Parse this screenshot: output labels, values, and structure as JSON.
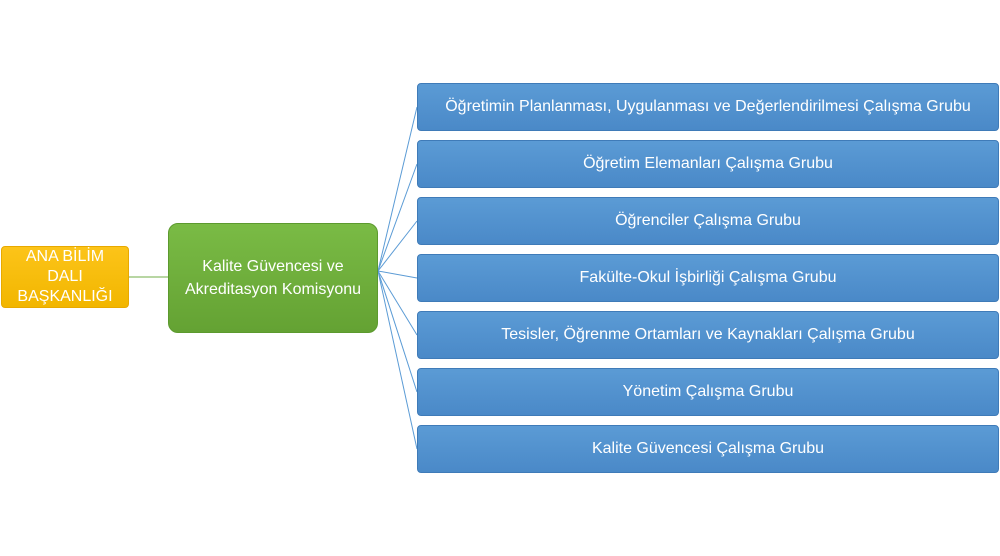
{
  "root": {
    "label_line1": "ANA BİLİM DALI",
    "label_line2": "BAŞKANLIĞI"
  },
  "committee": {
    "label_line1": "Kalite Güvencesi ve",
    "label_line2": "Akreditasyon Komisyonu"
  },
  "groups": [
    "Öğretimin Planlanması, Uygulanması ve Değerlendirilmesi Çalışma Grubu",
    "Öğretim Elemanları Çalışma Grubu",
    "Öğrenciler Çalışma Grubu",
    "Fakülte-Okul İşbirliği Çalışma Grubu",
    "Tesisler, Öğrenme Ortamları ve Kaynakları Çalışma Grubu",
    "Yönetim Çalışma Grubu",
    "Kalite Güvencesi Çalışma Grubu"
  ],
  "colors": {
    "root": "#f2b600",
    "committee": "#70ad47",
    "group": "#5b9bd5",
    "connector_root": "#70ad47",
    "connector_groups": "#5b9bd5"
  }
}
